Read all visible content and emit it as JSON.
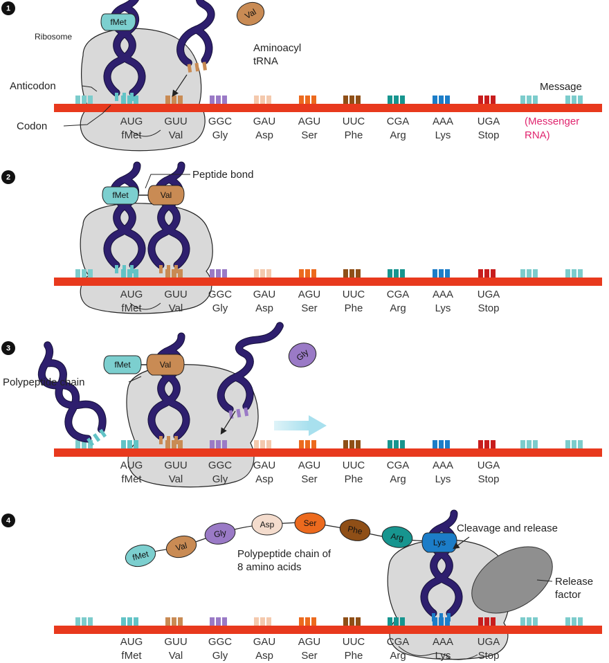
{
  "colors": {
    "rna": "#e8391d",
    "ribosome": "#d9d9d9",
    "trna": "#2e1f6e",
    "release_factor": "#8f8f8f",
    "messenger_label": "#e0246e",
    "arrow_light": "#a8e0ee"
  },
  "codons": [
    {
      "codon": "AUG",
      "aa": "fMet",
      "color": "#62c3c6"
    },
    {
      "codon": "GUU",
      "aa": "Val",
      "color": "#c98b54"
    },
    {
      "codon": "GGC",
      "aa": "Gly",
      "color": "#9a7ac6"
    },
    {
      "codon": "GAU",
      "aa": "Asp",
      "color": "#f4c9ad"
    },
    {
      "codon": "AGU",
      "aa": "Ser",
      "color": "#ec6a1e"
    },
    {
      "codon": "UUC",
      "aa": "Phe",
      "color": "#8f4f17"
    },
    {
      "codon": "CGA",
      "aa": "Arg",
      "color": "#17958f"
    },
    {
      "codon": "AAA",
      "aa": "Lys",
      "color": "#1c7dc8"
    },
    {
      "codon": "UGA",
      "aa": "Stop",
      "color": "#c81d1d"
    }
  ],
  "flank_color": "#7ccccc",
  "steps": [
    {
      "number": "1"
    },
    {
      "number": "2"
    },
    {
      "number": "3"
    },
    {
      "number": "4"
    }
  ],
  "labels": {
    "ribosome": "Ribosome",
    "aminoacyl_line1": "Aminoacyl",
    "aminoacyl_line2": "tRNA",
    "anticodon": "Anticodon",
    "codon": "Codon",
    "message": "Message",
    "messenger_line1": "(Messenger",
    "messenger_line2": "RNA)",
    "peptide_bond": "Peptide bond",
    "polypeptide_chain": "Polypeptide chain",
    "chain_line1": "Polypeptide chain of",
    "chain_line2": "8 amino acids",
    "cleavage": "Cleavage and release",
    "release_line1": "Release",
    "release_line2": "factor"
  },
  "aa_names": {
    "fmet": "fMet",
    "val": "Val",
    "gly": "Gly",
    "asp": "Asp",
    "ser": "Ser",
    "phe": "Phe",
    "arg": "Arg",
    "lys": "Lys"
  }
}
